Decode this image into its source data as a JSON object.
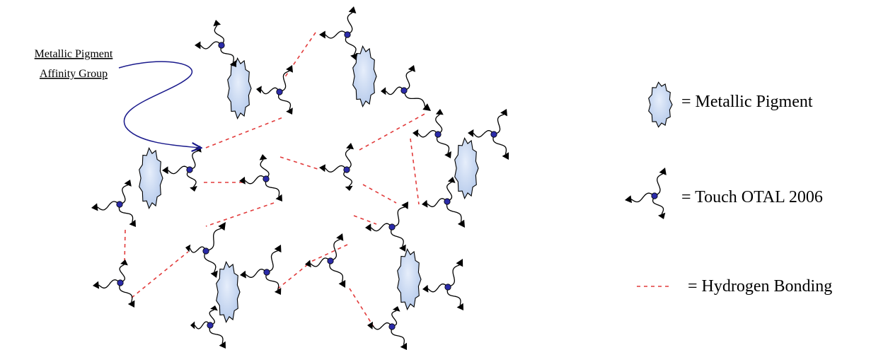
{
  "callout": {
    "line1": "Metallic Pigment",
    "line2": "Affinity Group"
  },
  "legend": {
    "pigment_label": "= Metallic Pigment",
    "molecule_label": "= Touch OTAL 2006",
    "bond_label": "= Hydrogen Bonding"
  },
  "colors": {
    "pigment_fill": "#c9daf2",
    "node_fill": "#2b2ba8",
    "bond_stroke": "#e23b3b",
    "arrow_stroke": "#1a1a8c",
    "ink": "#000000"
  }
}
